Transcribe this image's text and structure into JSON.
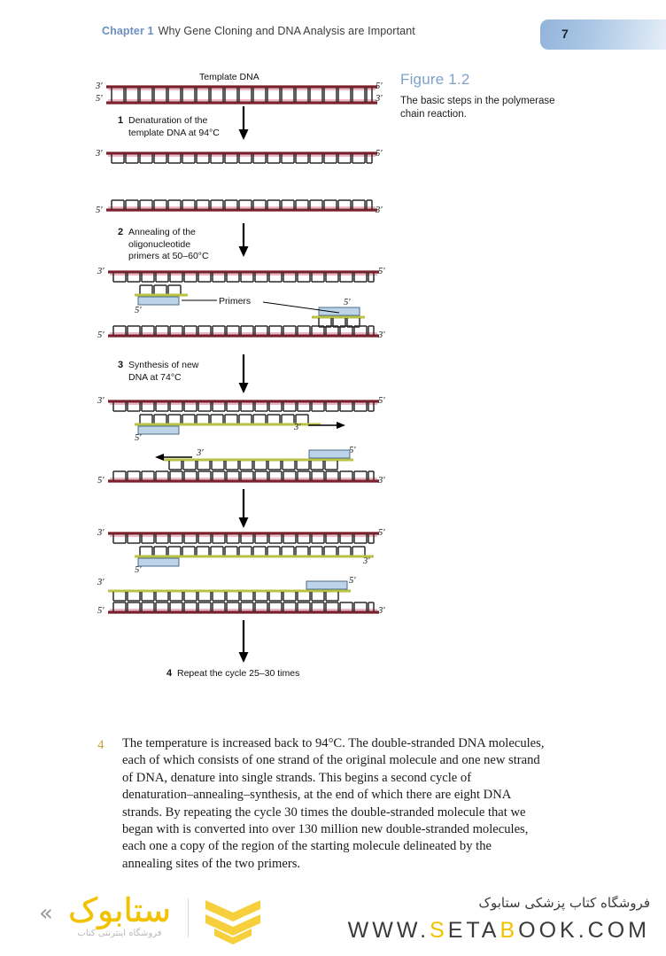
{
  "header": {
    "chapter": "Chapter 1",
    "title": "Why Gene Cloning and DNA Analysis are Important",
    "page_number": "7"
  },
  "figure": {
    "number": "Figure 1.2",
    "caption": "The basic steps in the polymerase chain reaction.",
    "template_label": "Template DNA",
    "primers_label": "Primers",
    "steps": [
      {
        "num": "1",
        "text_line1": "Denaturation of the",
        "text_line2": "template DNA at 94°C",
        "text_line3": ""
      },
      {
        "num": "2",
        "text_line1": "Annealing of the",
        "text_line2": "oligonucleotide",
        "text_line3": "primers at 50–60°C"
      },
      {
        "num": "3",
        "text_line1": "Synthesis of new",
        "text_line2": "DNA at 74°C",
        "text_line3": ""
      },
      {
        "num": "4",
        "text_line1": "Repeat the cycle 25–30 times",
        "text_line2": "",
        "text_line3": ""
      }
    ],
    "end_labels": {
      "three_prime": "3'",
      "five_prime": "5'"
    },
    "colors": {
      "template_backbone": "#7a1f2b",
      "template_rung": "#e8a0b0",
      "new_strand": "#b9c244",
      "primer_box_fill": "#bcd3e8",
      "primer_box_stroke": "#4a6b8a",
      "arrow": "#000000",
      "figure_number": "#7ea2c9"
    }
  },
  "body": {
    "item_number": "4",
    "paragraph": "The temperature is increased back to 94°C. The double-stranded DNA molecules, each of which consists of one strand of the original molecule and one new strand of DNA, denature into single strands. This begins a second cycle of denaturation–annealing–synthesis, at the end of which there are eight DNA strands. By repeating the cycle 30 times the double-stranded molecule that we began with is converted into over 130 million new double-stranded molecules, each one a copy of the region of the starting molecule delineated by the annealing sites of the two primers."
  },
  "footer": {
    "brand_fa": "ستابوک",
    "tagline_fa": "فروشگاه اینترنتی کتاب",
    "shop_fa": "فروشگاه کتاب پزشکی ستابوک",
    "url_parts": [
      {
        "text": "WWW.",
        "accent": false
      },
      {
        "text": "S",
        "accent": true
      },
      {
        "text": "ETA",
        "accent": false
      },
      {
        "text": "B",
        "accent": true
      },
      {
        "text": "OOK.COM",
        "accent": false
      }
    ],
    "url_full": "WWW.SETABOOK.COM",
    "accent_color": "#f2c200",
    "text_color": "#3a3a3a"
  }
}
